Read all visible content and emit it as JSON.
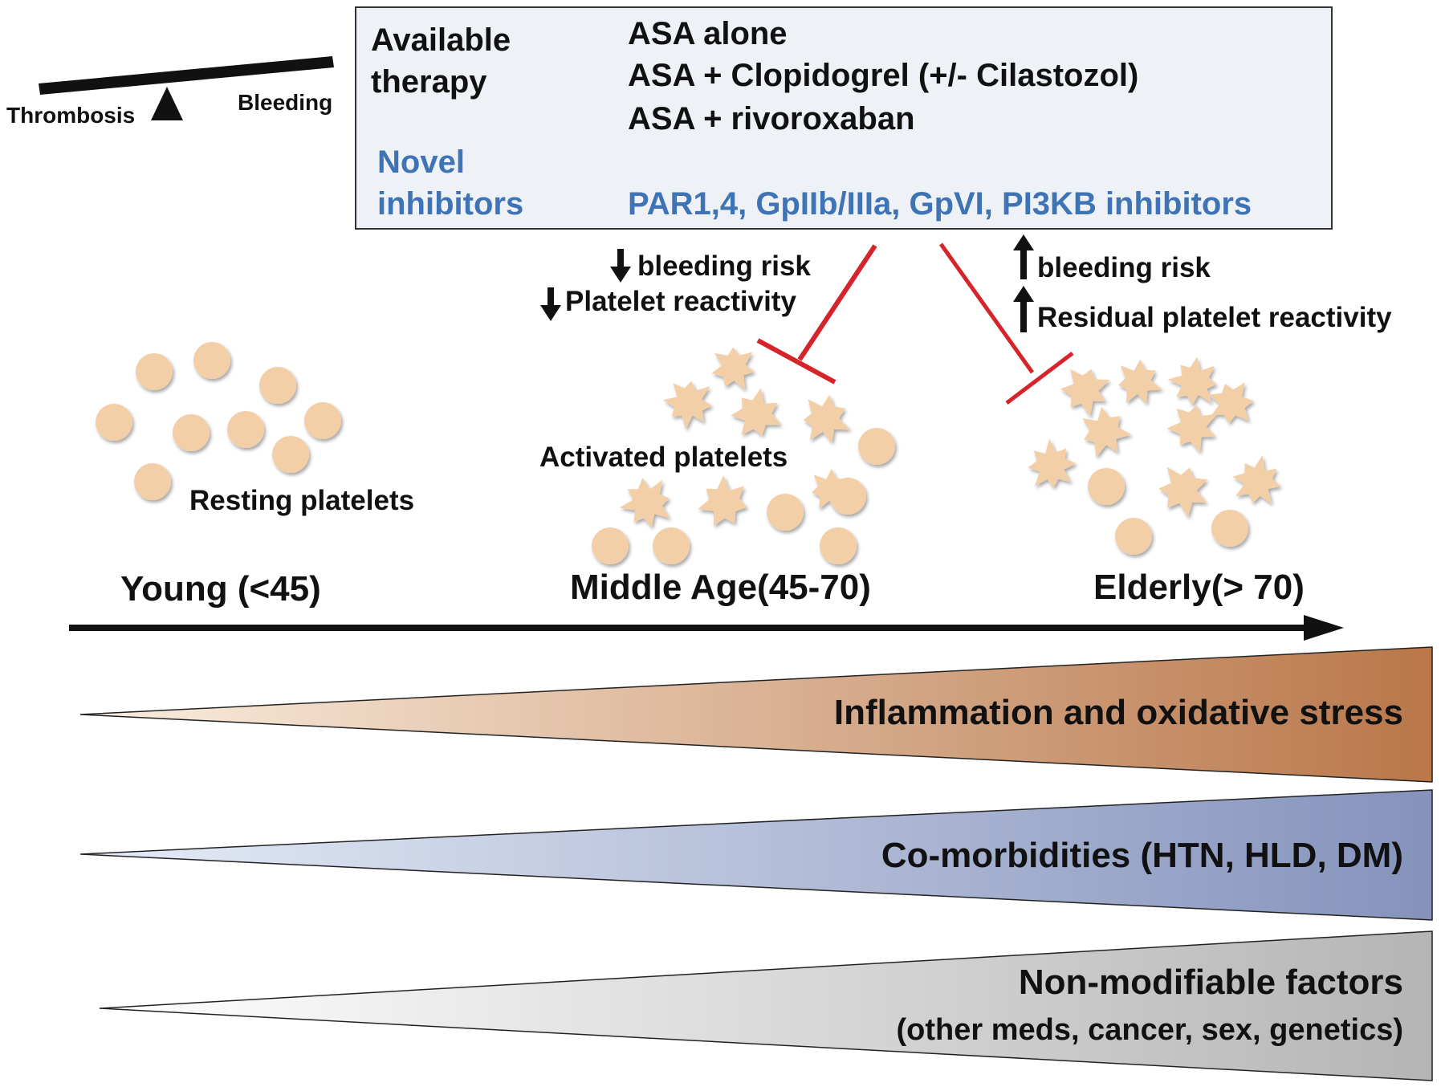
{
  "balance": {
    "left_label": "Thrombosis",
    "right_label": "Bleeding"
  },
  "therapy_box": {
    "available_label_line1": "Available",
    "available_label_line2": "therapy",
    "available_items": [
      "ASA alone",
      "ASA + Clopidogrel (+/- Cilastozol)",
      "ASA + rivoroxaban"
    ],
    "novel_label_line1": "Novel",
    "novel_label_line2": "inhibitors",
    "novel_items": "PAR1,4, GpIIb/IIIa, GpVI, PI3KB inhibitors"
  },
  "effects": {
    "middle": {
      "line1": "bleeding risk",
      "line2": "Platelet reactivity",
      "direction": "down"
    },
    "elderly": {
      "line1": "bleeding risk",
      "line2": "Residual platelet reactivity",
      "direction": "up"
    }
  },
  "platelets": {
    "resting_label": "Resting platelets",
    "activated_label": "Activated platelets",
    "color": "#f3cfa8"
  },
  "age_axis": {
    "young": "Young (<45)",
    "middle": "Middle Age(45-70)",
    "elderly": "Elderly(> 70)"
  },
  "wedges": [
    {
      "label": "Inflammation and oxidative stress",
      "sublabel": "",
      "color_light": "#fbeee0",
      "color_dark": "#b9774a"
    },
    {
      "label": "Co-morbidities (HTN, HLD, DM)",
      "sublabel": "",
      "color_light": "#e6ecf7",
      "color_dark": "#8593bc"
    },
    {
      "label": "Non-modifiable factors",
      "sublabel": "(other meds, cancer, sex, genetics)",
      "color_light": "#ffffff",
      "color_dark": "#b5b5b5"
    }
  ],
  "colors": {
    "inhibition": "#d6242b",
    "novel_text": "#3e73b6"
  }
}
